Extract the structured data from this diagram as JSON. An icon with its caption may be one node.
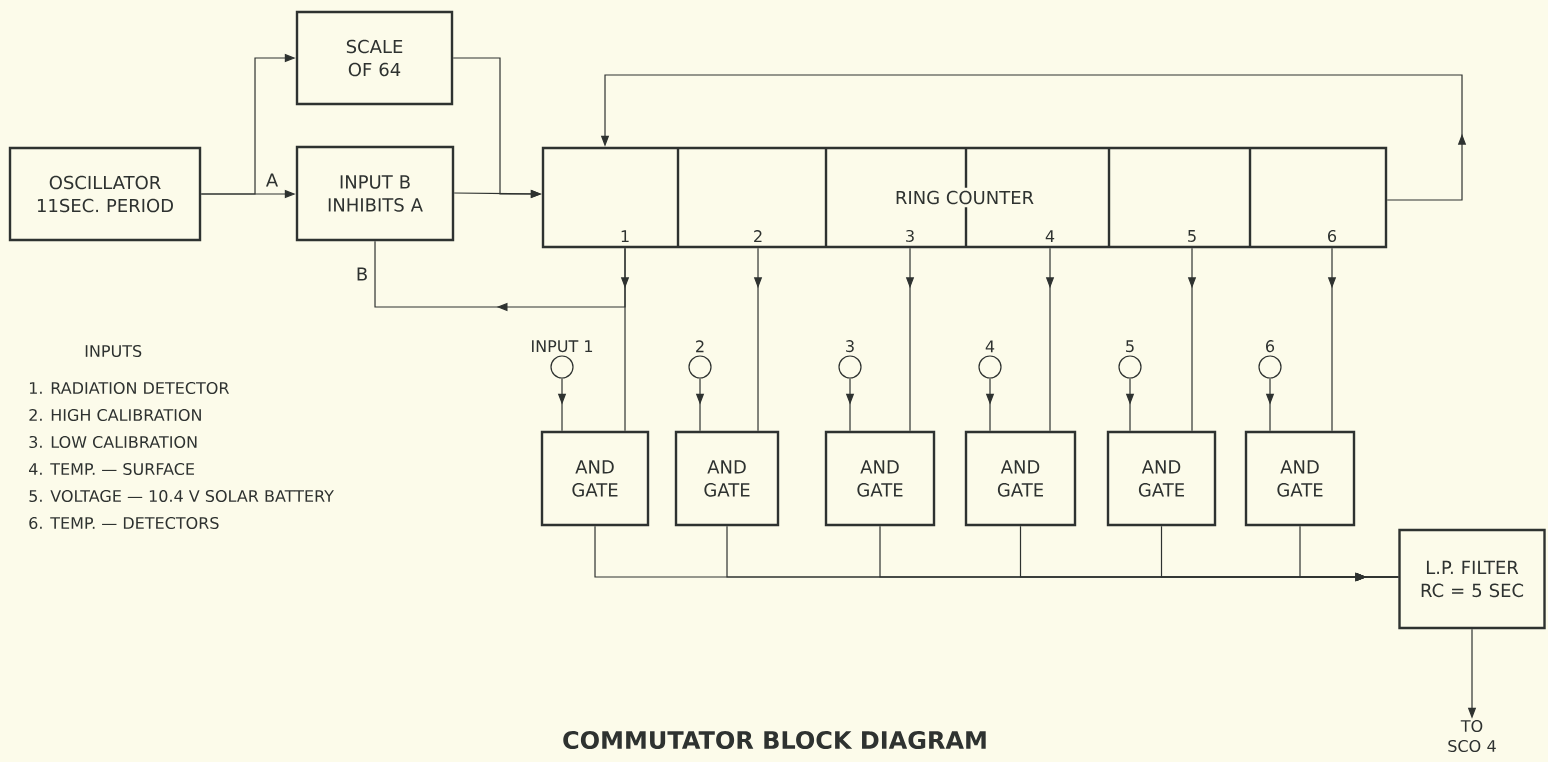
{
  "diagram": {
    "caption": "COMMUTATOR BLOCK DIAGRAM",
    "nodes": [
      {
        "text": [
          "OSCILLATOR 11SEC. PERIOD"
        ]
      },
      {
        "text": [
          "SCALE OF 64"
        ]
      },
      {
        "text": [
          "INPUT B INHIBITS A"
        ]
      },
      {
        "text": [
          "RING COUNTER",
          "1",
          "2",
          "3",
          "4",
          "5",
          "6"
        ]
      },
      {
        "text": [],
        "shape": "circle",
        "beside": [
          "INPUT 1"
        ]
      },
      {
        "text": [],
        "shape": "circle",
        "beside": [
          "2"
        ]
      },
      {
        "text": [],
        "shape": "circle",
        "beside": [
          "3"
        ]
      },
      {
        "text": [],
        "shape": "circle",
        "beside": [
          "4"
        ]
      },
      {
        "text": [],
        "shape": "circle",
        "beside": [
          "5"
        ]
      },
      {
        "text": [],
        "shape": "circle",
        "beside": [
          "6"
        ]
      },
      {
        "text": [
          "AND GATE"
        ]
      },
      {
        "text": [
          "AND GATE"
        ]
      },
      {
        "text": [
          "AND GATE"
        ]
      },
      {
        "text": [
          "AND GATE"
        ]
      },
      {
        "text": [
          "AND GATE"
        ]
      },
      {
        "text": [
          "AND GATE"
        ]
      },
      {
        "text": [
          "L.P. FILTER RC = 5 SEC"
        ]
      },
      {
        "text": [
          "TO SCO 4"
        ]
      }
    ],
    "edges": [
      {
        "from": 0,
        "to": 1,
        "arrow": "to"
      },
      {
        "from": 0,
        "to": 2,
        "arrow": "to",
        "label": "A"
      },
      {
        "from": 1,
        "to": 3,
        "arrow": "to"
      },
      {
        "from": 2,
        "to": 3,
        "arrow": "to"
      },
      {
        "from": 3,
        "to": 3,
        "arrow": "to"
      },
      {
        "from": 3,
        "to": 2,
        "arrow": "to",
        "label": "B"
      },
      {
        "from": 3,
        "to": 10,
        "arrow": "to"
      },
      {
        "from": 3,
        "to": 11,
        "arrow": "to"
      },
      {
        "from": 3,
        "to": 12,
        "arrow": "to"
      },
      {
        "from": 3,
        "to": 13,
        "arrow": "to"
      },
      {
        "from": 3,
        "to": 14,
        "arrow": "to"
      },
      {
        "from": 3,
        "to": 15,
        "arrow": "to"
      },
      {
        "from": 4,
        "to": 10,
        "arrow": "to"
      },
      {
        "from": 5,
        "to": 11,
        "arrow": "to"
      },
      {
        "from": 6,
        "to": 12,
        "arrow": "to"
      },
      {
        "from": 7,
        "to": 13,
        "arrow": "to"
      },
      {
        "from": 8,
        "to": 14,
        "arrow": "to"
      },
      {
        "from": 9,
        "to": 15,
        "arrow": "to"
      },
      {
        "from": 10,
        "to": 16,
        "arrow": "to"
      },
      {
        "from": 11,
        "to": 16,
        "arrow": "to"
      },
      {
        "from": 12,
        "to": 16,
        "arrow": "to"
      },
      {
        "from": 13,
        "to": 16,
        "arrow": "to"
      },
      {
        "from": 14,
        "to": 16,
        "arrow": "to"
      },
      {
        "from": 15,
        "to": 16,
        "arrow": "to"
      },
      {
        "from": 16,
        "to": 17,
        "arrow": "to"
      }
    ],
    "labels": [
      "INPUTS",
      "1. RADIATION DETECTOR",
      "2. HIGH CALIBRATION",
      "3. LOW CALIBRATION",
      "4. TEMP. — SURFACE",
      "5. VOLTAGE — 10.4 V SOLAR BATTERY",
      "6. TEMP. — DETECTORS"
    ]
  }
}
